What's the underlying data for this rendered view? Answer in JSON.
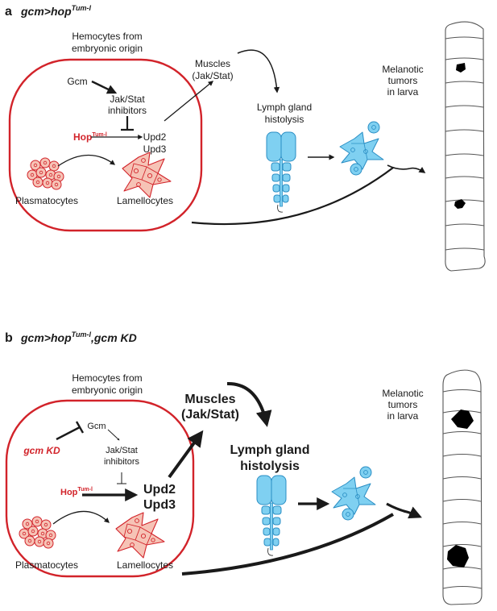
{
  "panel_a": {
    "letter": "a",
    "title_base": "gcm>hop",
    "title_sup": "Tum-l",
    "title_rest": "",
    "hemocytes_line1": "Hemocytes from",
    "hemocytes_line2": "embryonic origin",
    "gcm": "Gcm",
    "jak_line1": "Jak/Stat",
    "jak_line2": "inhibitors",
    "hop_base": "Hop",
    "hop_sup": "Tum-l",
    "upd2": "Upd2",
    "upd3": "Upd3",
    "plasmatocytes": "Plasmatocytes",
    "lamellocytes": "Lamellocytes",
    "muscles_line1": "Muscles",
    "muscles_line2": "(Jak/Stat)",
    "lymph_line1": "Lymph gland",
    "lymph_line2": "histolysis",
    "tumors_line1": "Melanotic",
    "tumors_line2": "tumors",
    "tumors_line3": "in larva"
  },
  "panel_b": {
    "letter": "b",
    "title_base": "gcm>hop",
    "title_sup": "Tum-l",
    "title_rest": ",gcm KD",
    "hemocytes_line1": "Hemocytes from",
    "hemocytes_line2": "embryonic origin",
    "gcm": "Gcm",
    "gcm_kd": "gcm KD",
    "jak_line1": "Jak/Stat",
    "jak_line2": "inhibitors",
    "hop_base": "Hop",
    "hop_sup": "Tum-l",
    "upd2": "Upd2",
    "upd3": "Upd3",
    "plasmatocytes": "Plasmatocytes",
    "lamellocytes": "Lamellocytes",
    "muscles_line1": "Muscles",
    "muscles_line2": "(Jak/Stat)",
    "lymph_line1": "Lymph gland",
    "lymph_line2": "histolysis",
    "tumors_line1": "Melanotic",
    "tumors_line2": "tumors",
    "tumors_line3": "in larva"
  },
  "colors": {
    "hemocyte_outline": "#d2232a",
    "hemocyte_fill": "#f6c3b6",
    "lymph_gland_fill": "#7fd0f1",
    "lymph_gland_stroke": "#2a8ec4",
    "tumor": "#000000",
    "arrow": "#1a1a1a"
  }
}
